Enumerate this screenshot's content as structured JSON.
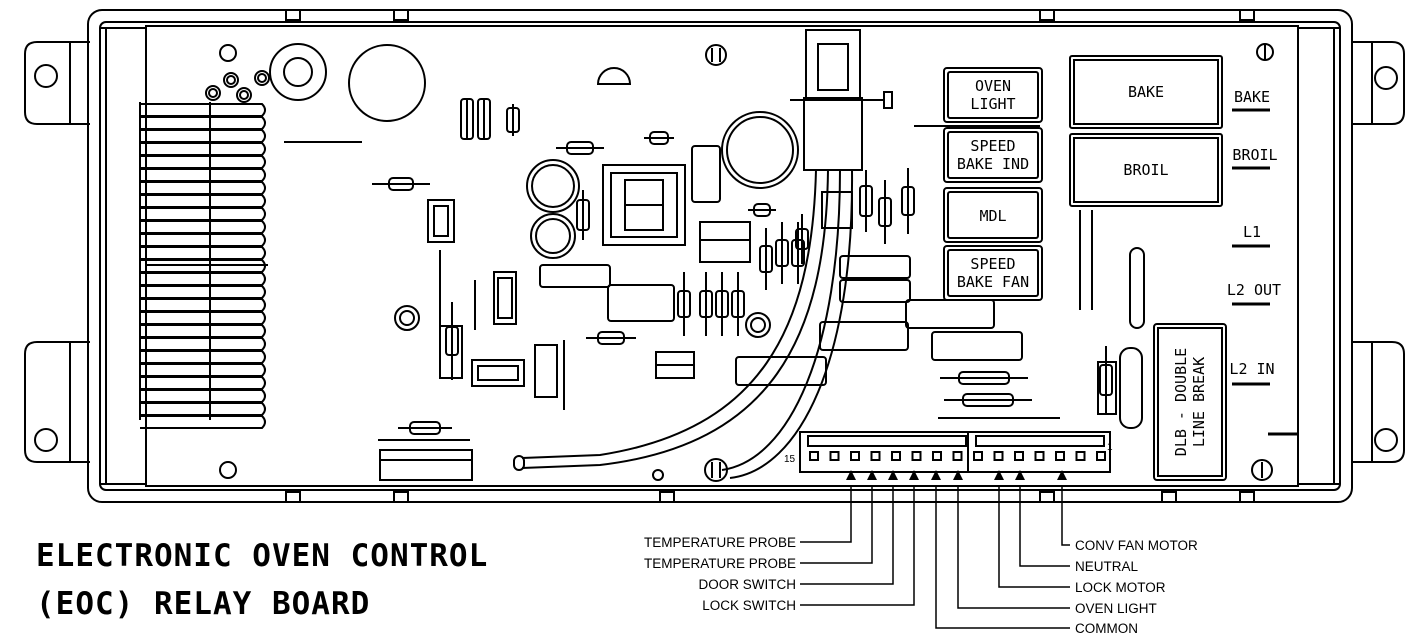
{
  "title": {
    "line1": "ELECTRONIC OVEN CONTROL",
    "line2": "(EOC) RELAY BOARD"
  },
  "relays": {
    "oven_light": [
      "OVEN",
      "LIGHT"
    ],
    "speed_bake_ind": [
      "SPEED",
      "BAKE IND"
    ],
    "mdl": "MDL",
    "speed_bake_fan": [
      "SPEED",
      "BAKE FAN"
    ],
    "bake": "BAKE",
    "broil": "BROIL",
    "dlb": [
      "DLB - DOUBLE",
      "LINE BREAK"
    ]
  },
  "terminals": {
    "bake": "BAKE",
    "broil": "BROIL",
    "l1": "L1",
    "l2_out": "L2 OUT",
    "l2_in": "L2 IN"
  },
  "connector": {
    "pin_first": "15",
    "pin_last": "1"
  },
  "left_callouts": [
    "TEMPERATURE PROBE",
    "TEMPERATURE PROBE",
    "DOOR SWITCH",
    "LOCK SWITCH"
  ],
  "right_callouts": [
    "CONV FAN MOTOR",
    "NEUTRAL",
    "LOCK MOTOR",
    "OVEN LIGHT",
    "COMMON"
  ]
}
